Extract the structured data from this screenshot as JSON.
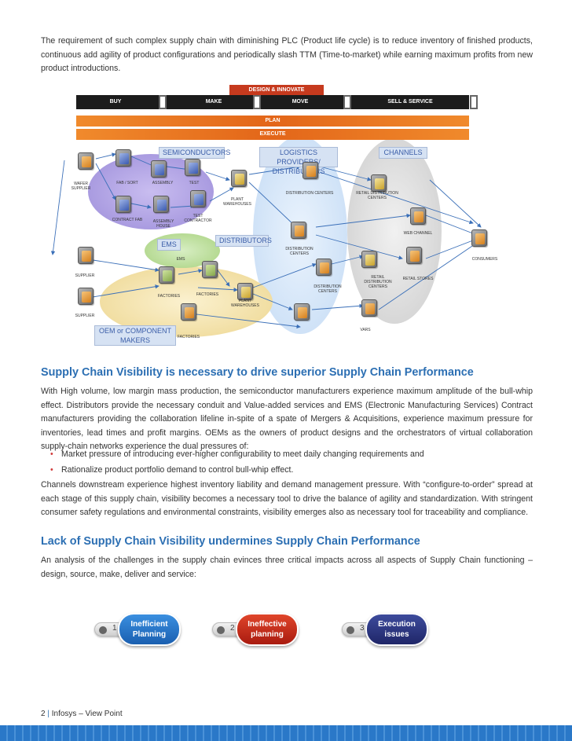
{
  "intro": "The requirement of such complex supply chain with diminishing PLC (Product life cycle) is to reduce inventory of finished products, continuous add agility of product configurations and periodically slash TTM (Time-to-market) while earning maximum profits from new product introductions.",
  "diagram": {
    "design_innovate": "DESIGN & INNOVATE",
    "stages": [
      "BUY",
      "MAKE",
      "MOVE",
      "SELL & SERVICE"
    ],
    "plan": "PLAN",
    "execute": "EXECUTE",
    "groups": {
      "semiconductors": "SEMICONDUCTORS",
      "logistics": "LOGISTICS PROVIDERS/ DISTRIBUTORS",
      "channels": "CHANNELS",
      "distributors": "DISTRIBUTORS",
      "ems": "EMS",
      "oem": "OEM or COMPONENT MAKERS"
    },
    "labels": {
      "wafer_supplier": "WAFER SUPPLIER",
      "fab_sort": "FAB / SORT",
      "assembly": "ASSEMBLY",
      "test": "TEST",
      "contract_fab": "CONTRACT FAB",
      "assembly_house": "ASSEMBLY HOUSE",
      "test_contractor": "TEST CONTRACTOR",
      "plant_warehouses_1": "PLANT WAREHOUSES",
      "distribution_centers_1": "DISTRIBUTION CENTERS",
      "retail_distribution_centers_1": "RETAIL DISTRIBUTION CENTERS",
      "web_channel": "WEB CHANNEL",
      "consumers": "CONSUMERS",
      "distribution_centers_2": "DISTRIBUTION CENTERS",
      "ems_small": "EMS",
      "supplier_1": "SUPPLIER",
      "supplier_2": "SUPPLIER",
      "factories_1": "FACTORIES",
      "factories_2": "FACTORIES",
      "factories_3": "FACTORIES",
      "plant_warehouses_2": "PLANT WAREHOUSES",
      "distribution_centers_3": "DISTRIBUTION CENTERS",
      "retail_distribution_centers_2": "RETAIL DISTRIBUTION CENTERS",
      "retail_stores": "RETAIL STORES",
      "vars": "VARS"
    }
  },
  "heading1": "Supply Chain Visibility is necessary to drive superior Supply Chain Performance",
  "para1": "With High volume, low margin mass production, the semiconductor manufacturers experience maximum amplitude of the bull-whip effect. Distributors provide the necessary conduit and Value-added services and EMS (Electronic Manufacturing Services) Contract manufacturers providing the collaboration lifeline in-spite of a spate of Mergers & Acquisitions, experience maximum pressure for inventories, lead times and profit margins. OEMs as the owners of product designs and the orchestrators of virtual collaboration supply-chain networks experience the dual pressures of:",
  "bullets": [
    "Market pressure of introducing ever-higher configurability to meet daily changing requirements and",
    "Rationalize product portfolio demand to control bull-whip effect."
  ],
  "para2": "Channels downstream experience highest inventory liability and demand management pressure. With “configure-to-order” spread at each stage of this supply chain, visibility becomes a necessary tool to drive the balance of agility and standardization. With stringent consumer safety regulations and environmental constraints, visibility emerges also as necessary tool for traceability and compliance.",
  "heading2": "Lack of Supply Chain Visibility undermines Supply Chain Performance",
  "para3": "An analysis of the challenges in the supply chain evinces three critical impacts across all aspects of Supply Chain functioning – design, source, make, deliver and service:",
  "impacts": [
    {
      "num": "1",
      "label": "Inefficient Planning",
      "color": "#2a78c8"
    },
    {
      "num": "2",
      "label": "Ineffective planning",
      "color": "#c0301b"
    },
    {
      "num": "3",
      "label": "Execution issues",
      "color": "#2b3580"
    }
  ],
  "footer": {
    "page": "2",
    "pipe": "|",
    "text": "Infosys – View Point"
  }
}
